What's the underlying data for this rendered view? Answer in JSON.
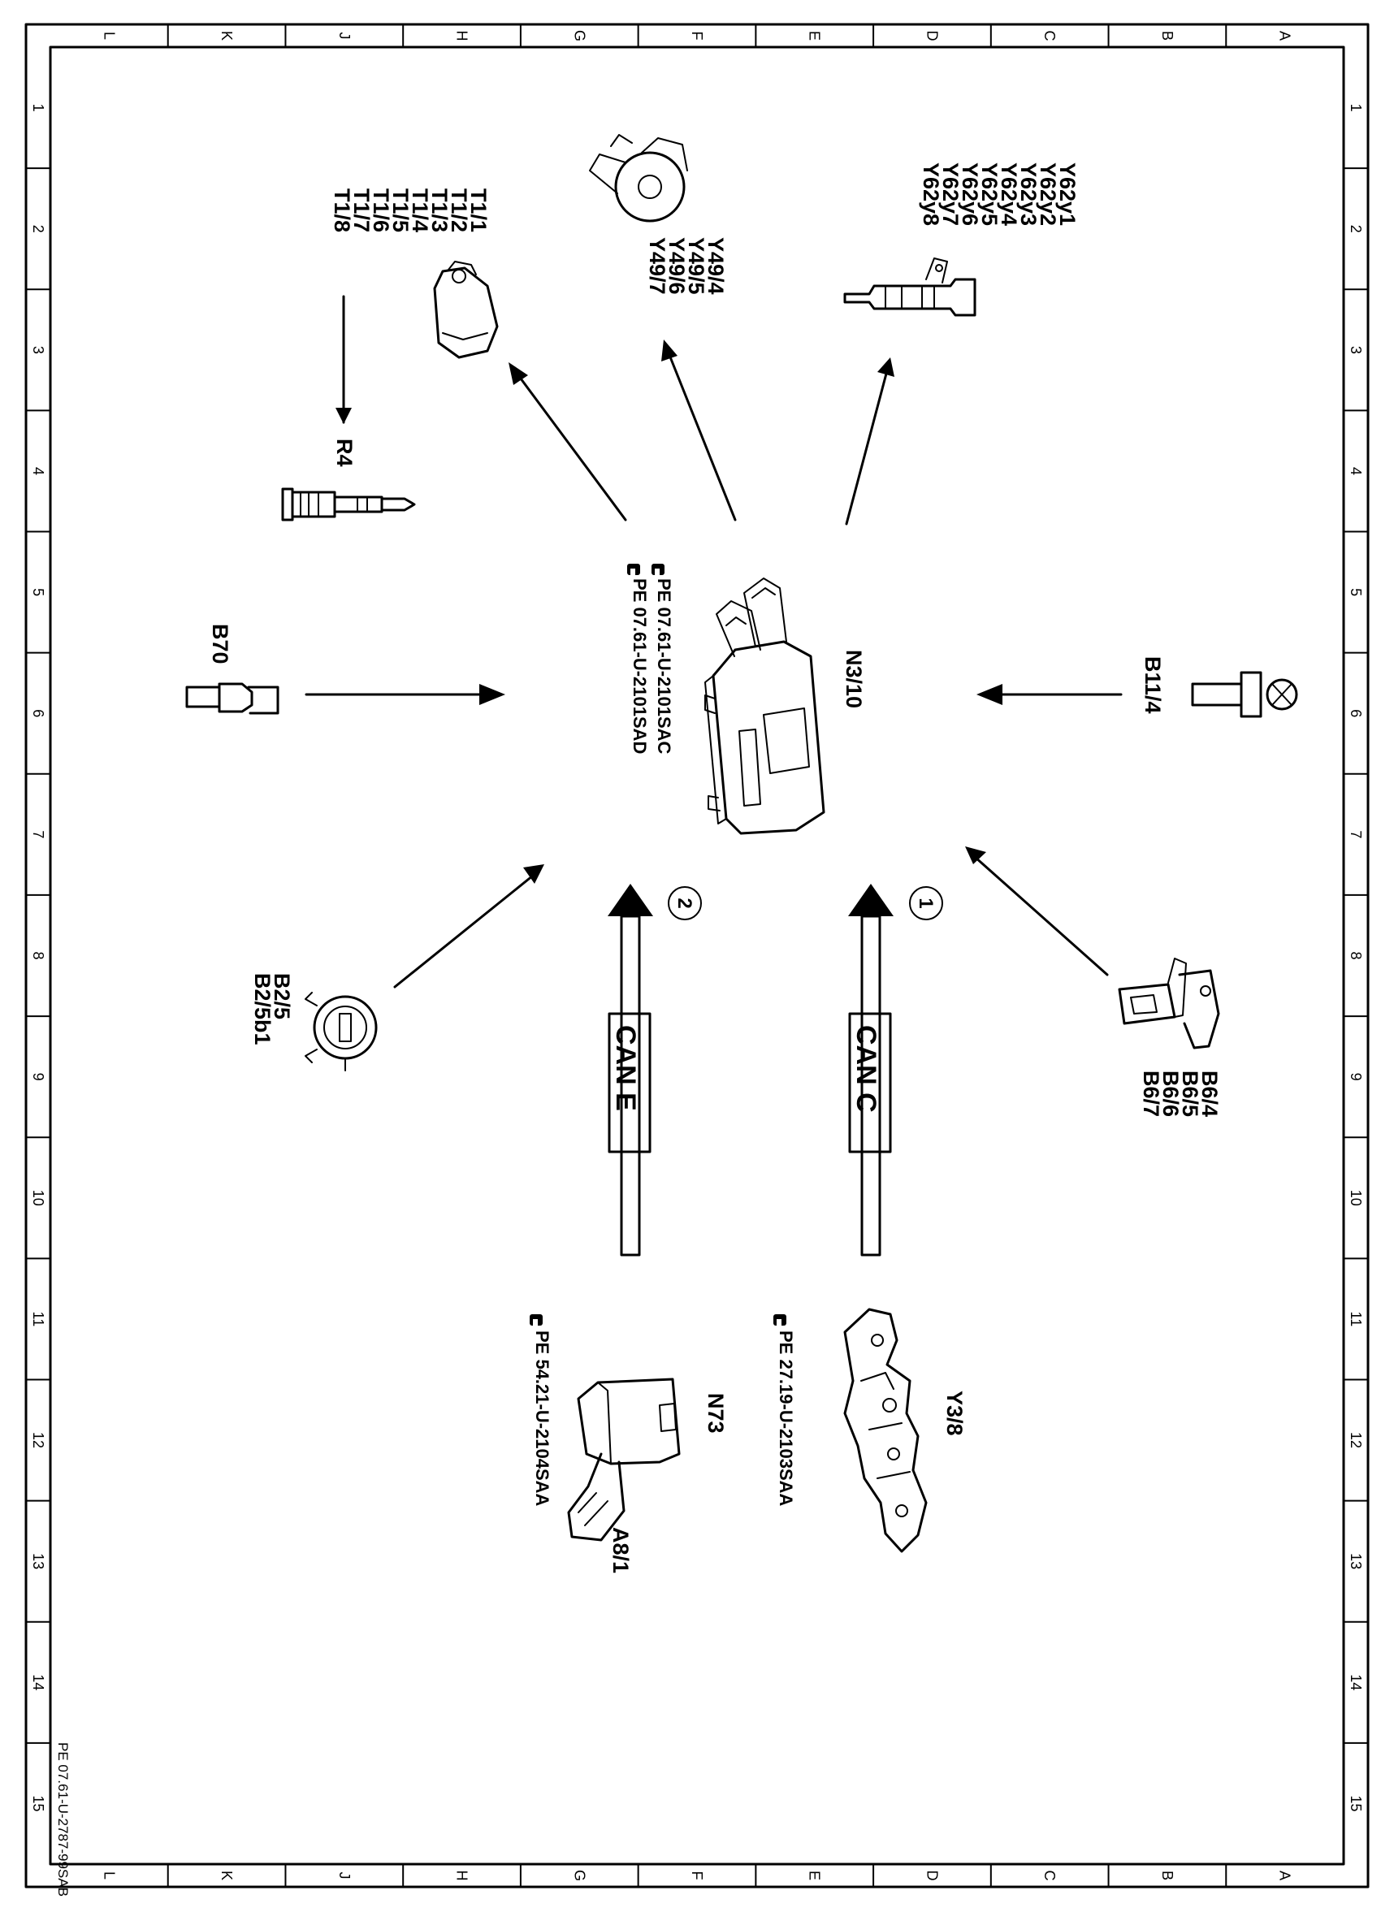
{
  "grid": {
    "cols": [
      "L",
      "K",
      "J",
      "H",
      "G",
      "F",
      "E",
      "D",
      "C",
      "B",
      "A"
    ],
    "rows": [
      "1",
      "2",
      "3",
      "4",
      "5",
      "6",
      "7",
      "8",
      "9",
      "10",
      "11",
      "12",
      "13",
      "14",
      "15"
    ]
  },
  "doc_ref": "PE 07.61-U-2787-99SAB",
  "ecu": {
    "label": "N3/10",
    "refs": [
      "PE  07.61-U-2101SAC",
      "PE  07.61-U-2101SAD"
    ]
  },
  "components": {
    "t1": {
      "labels": [
        "T1/1",
        "T1/2",
        "T1/3",
        "T1/4",
        "T1/5",
        "T1/6",
        "T1/7",
        "T1/8"
      ]
    },
    "y49": {
      "labels": [
        "Y49/4",
        "Y49/5",
        "Y49/6",
        "Y49/7"
      ]
    },
    "y62": {
      "labels": [
        "Y62y1",
        "Y62y2",
        "Y62y3",
        "Y62y4",
        "Y62y5",
        "Y62y6",
        "Y62y7",
        "Y62y8"
      ]
    },
    "r4": {
      "label": "R4"
    },
    "b70": {
      "label": "B70"
    },
    "b11": {
      "label": "B11/4"
    },
    "b2": {
      "labels": [
        "B2/5",
        "B2/5b1"
      ]
    },
    "b6": {
      "labels": [
        "B6/4",
        "B6/5",
        "B6/6",
        "B6/7"
      ]
    },
    "n73": {
      "label": "N73",
      "sub_label": "A8/1",
      "ref": "PE  54.21-U-2104SAA"
    },
    "y3": {
      "label": "Y3/8",
      "ref": "PE  27.19-U-2103SAA"
    }
  },
  "buses": [
    {
      "name": "CAN C",
      "marker": "1"
    },
    {
      "name": "CAN E",
      "marker": "2"
    }
  ]
}
